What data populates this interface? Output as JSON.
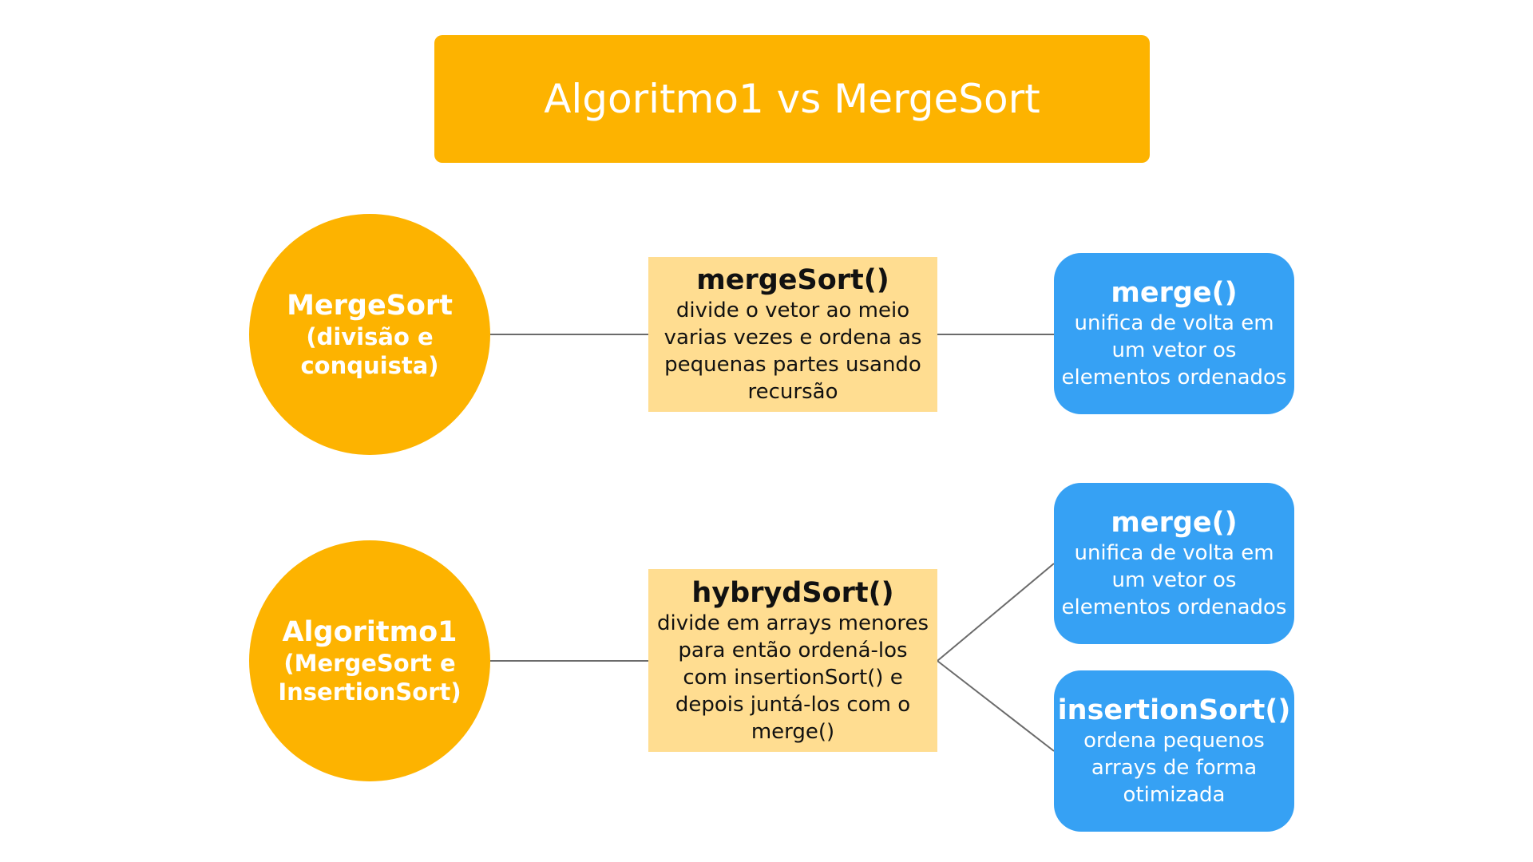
{
  "title": "Algoritmo1 vs MergeSort",
  "rows": [
    {
      "circle": {
        "title": "MergeSort",
        "subtitle": "(divisão e conquista)"
      },
      "center": {
        "title": "mergeSort()",
        "description": "divide o vetor ao meio varias vezes e ordena as pequenas partes usando recursão"
      },
      "branches": [
        {
          "title": "merge()",
          "description": "unifica de volta em um vetor os elementos ordenados"
        }
      ]
    },
    {
      "circle": {
        "title": "Algoritmo1",
        "subtitle": "(MergeSort e InsertionSort)"
      },
      "center": {
        "title": "hybrydSort()",
        "description": "divide em arrays menores para então ordená-los com insertionSort() e depois juntá-los com o merge()"
      },
      "branches": [
        {
          "title": "merge()",
          "description": "unifica de volta em um vetor os elementos ordenados"
        },
        {
          "title": "insertionSort()",
          "description": "ordena pequenos arrays de forma otimizada"
        }
      ]
    }
  ],
  "colors": {
    "orange": "#FDB300",
    "light_orange": "#FFDD91",
    "blue": "#36A1F4",
    "connector": "#6b6b6b"
  }
}
